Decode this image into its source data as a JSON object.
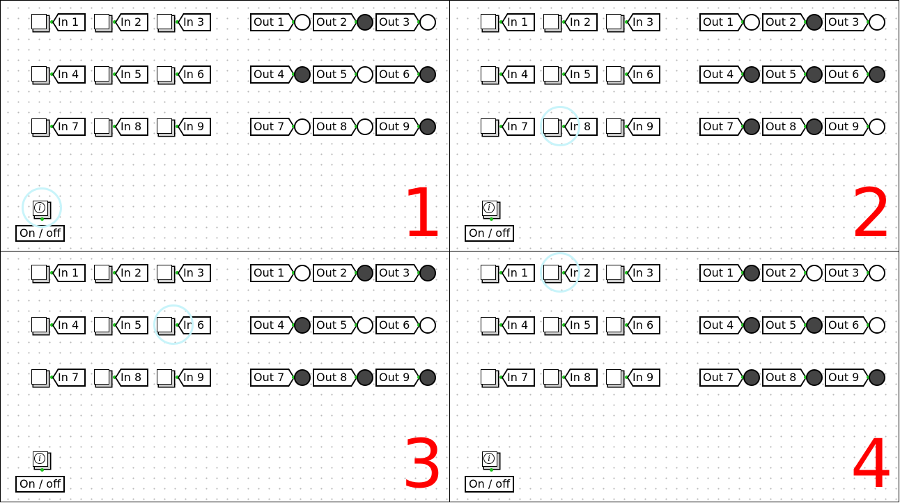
{
  "colors": {
    "lamp_on": "#444444",
    "lamp_off": "#ffffff",
    "pin": "#1ec01e",
    "panel_number": "#ff0000",
    "highlight_ring": "#c8f4fa"
  },
  "panels": [
    {
      "number": "1",
      "power_label": "On / off",
      "inputs": [
        "In 1",
        "In 2",
        "In 3",
        "In 4",
        "In 5",
        "In 6",
        "In 7",
        "In 8",
        "In 9"
      ],
      "outputs": [
        {
          "label": "Out 1",
          "on": false
        },
        {
          "label": "Out 2",
          "on": true
        },
        {
          "label": "Out 3",
          "on": false
        },
        {
          "label": "Out 4",
          "on": true
        },
        {
          "label": "Out 5",
          "on": false
        },
        {
          "label": "Out 6",
          "on": true
        },
        {
          "label": "Out 7",
          "on": false
        },
        {
          "label": "Out 8",
          "on": false
        },
        {
          "label": "Out 9",
          "on": true
        }
      ],
      "highlight": "power"
    },
    {
      "number": "2",
      "power_label": "On / off",
      "inputs": [
        "In 1",
        "In 2",
        "In 3",
        "In 4",
        "In 5",
        "In 6",
        "In 7",
        "In 8",
        "In 9"
      ],
      "outputs": [
        {
          "label": "Out 1",
          "on": false
        },
        {
          "label": "Out 2",
          "on": true
        },
        {
          "label": "Out 3",
          "on": false
        },
        {
          "label": "Out 4",
          "on": true
        },
        {
          "label": "Out 5",
          "on": true
        },
        {
          "label": "Out 6",
          "on": true
        },
        {
          "label": "Out 7",
          "on": true
        },
        {
          "label": "Out 8",
          "on": true
        },
        {
          "label": "Out 9",
          "on": false
        }
      ],
      "highlight": "In 8"
    },
    {
      "number": "3",
      "power_label": "On / off",
      "inputs": [
        "In 1",
        "In 2",
        "In 3",
        "In 4",
        "In 5",
        "In 6",
        "In 7",
        "In 8",
        "In 9"
      ],
      "outputs": [
        {
          "label": "Out 1",
          "on": false
        },
        {
          "label": "Out 2",
          "on": true
        },
        {
          "label": "Out 3",
          "on": true
        },
        {
          "label": "Out 4",
          "on": true
        },
        {
          "label": "Out 5",
          "on": false
        },
        {
          "label": "Out 6",
          "on": false
        },
        {
          "label": "Out 7",
          "on": true
        },
        {
          "label": "Out 8",
          "on": true
        },
        {
          "label": "Out 9",
          "on": true
        }
      ],
      "highlight": "In 6"
    },
    {
      "number": "4",
      "power_label": "On / off",
      "inputs": [
        "In 1",
        "In 2",
        "In 3",
        "In 4",
        "In 5",
        "In 6",
        "In 7",
        "In 8",
        "In 9"
      ],
      "outputs": [
        {
          "label": "Out 1",
          "on": true
        },
        {
          "label": "Out 2",
          "on": false
        },
        {
          "label": "Out 3",
          "on": false
        },
        {
          "label": "Out 4",
          "on": true
        },
        {
          "label": "Out 5",
          "on": true
        },
        {
          "label": "Out 6",
          "on": false
        },
        {
          "label": "Out 7",
          "on": true
        },
        {
          "label": "Out 8",
          "on": true
        },
        {
          "label": "Out 9",
          "on": true
        }
      ],
      "highlight": "In 2"
    }
  ]
}
